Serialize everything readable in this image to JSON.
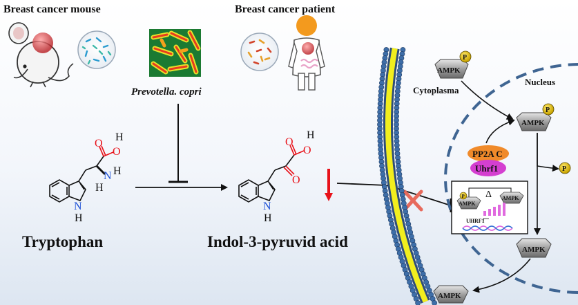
{
  "labels": {
    "mouse": "Breast cancer mouse",
    "patient": "Breast cancer patient",
    "bacterium": "Prevotella. copri",
    "tryptophan": "Tryptophan",
    "ipa": "Indol-3-pyruvid acid",
    "cytoplasma": "Cytoplasma",
    "nucleus": "Nucleus",
    "pp2a": "PP2A C",
    "uhrf1": "Uhrf1",
    "uhrf1_gene": "UHRF1",
    "delta": "Δ"
  },
  "proteins": {
    "ampk": "AMPK",
    "phospho": "P"
  },
  "atoms": {
    "o": "O",
    "h": "H",
    "n": "N",
    "nh": "N",
    "oh": "H"
  },
  "colors": {
    "accent_red": "#e8121a",
    "membrane_yellow": "#f2ee1e",
    "membrane_blue": "#3e6ea8",
    "nucleus_dash": "#3f6592",
    "pp2a_orange": "#f08a2a",
    "uhrf1_magenta": "#d43fd0"
  }
}
